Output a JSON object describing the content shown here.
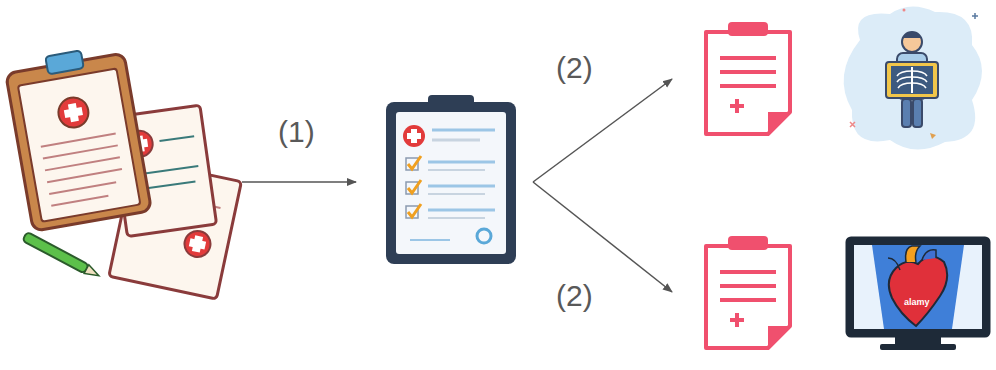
{
  "diagram": {
    "labels": [
      "(1)",
      "(2)",
      "(2)",
      "alamy"
    ]
  }
}
